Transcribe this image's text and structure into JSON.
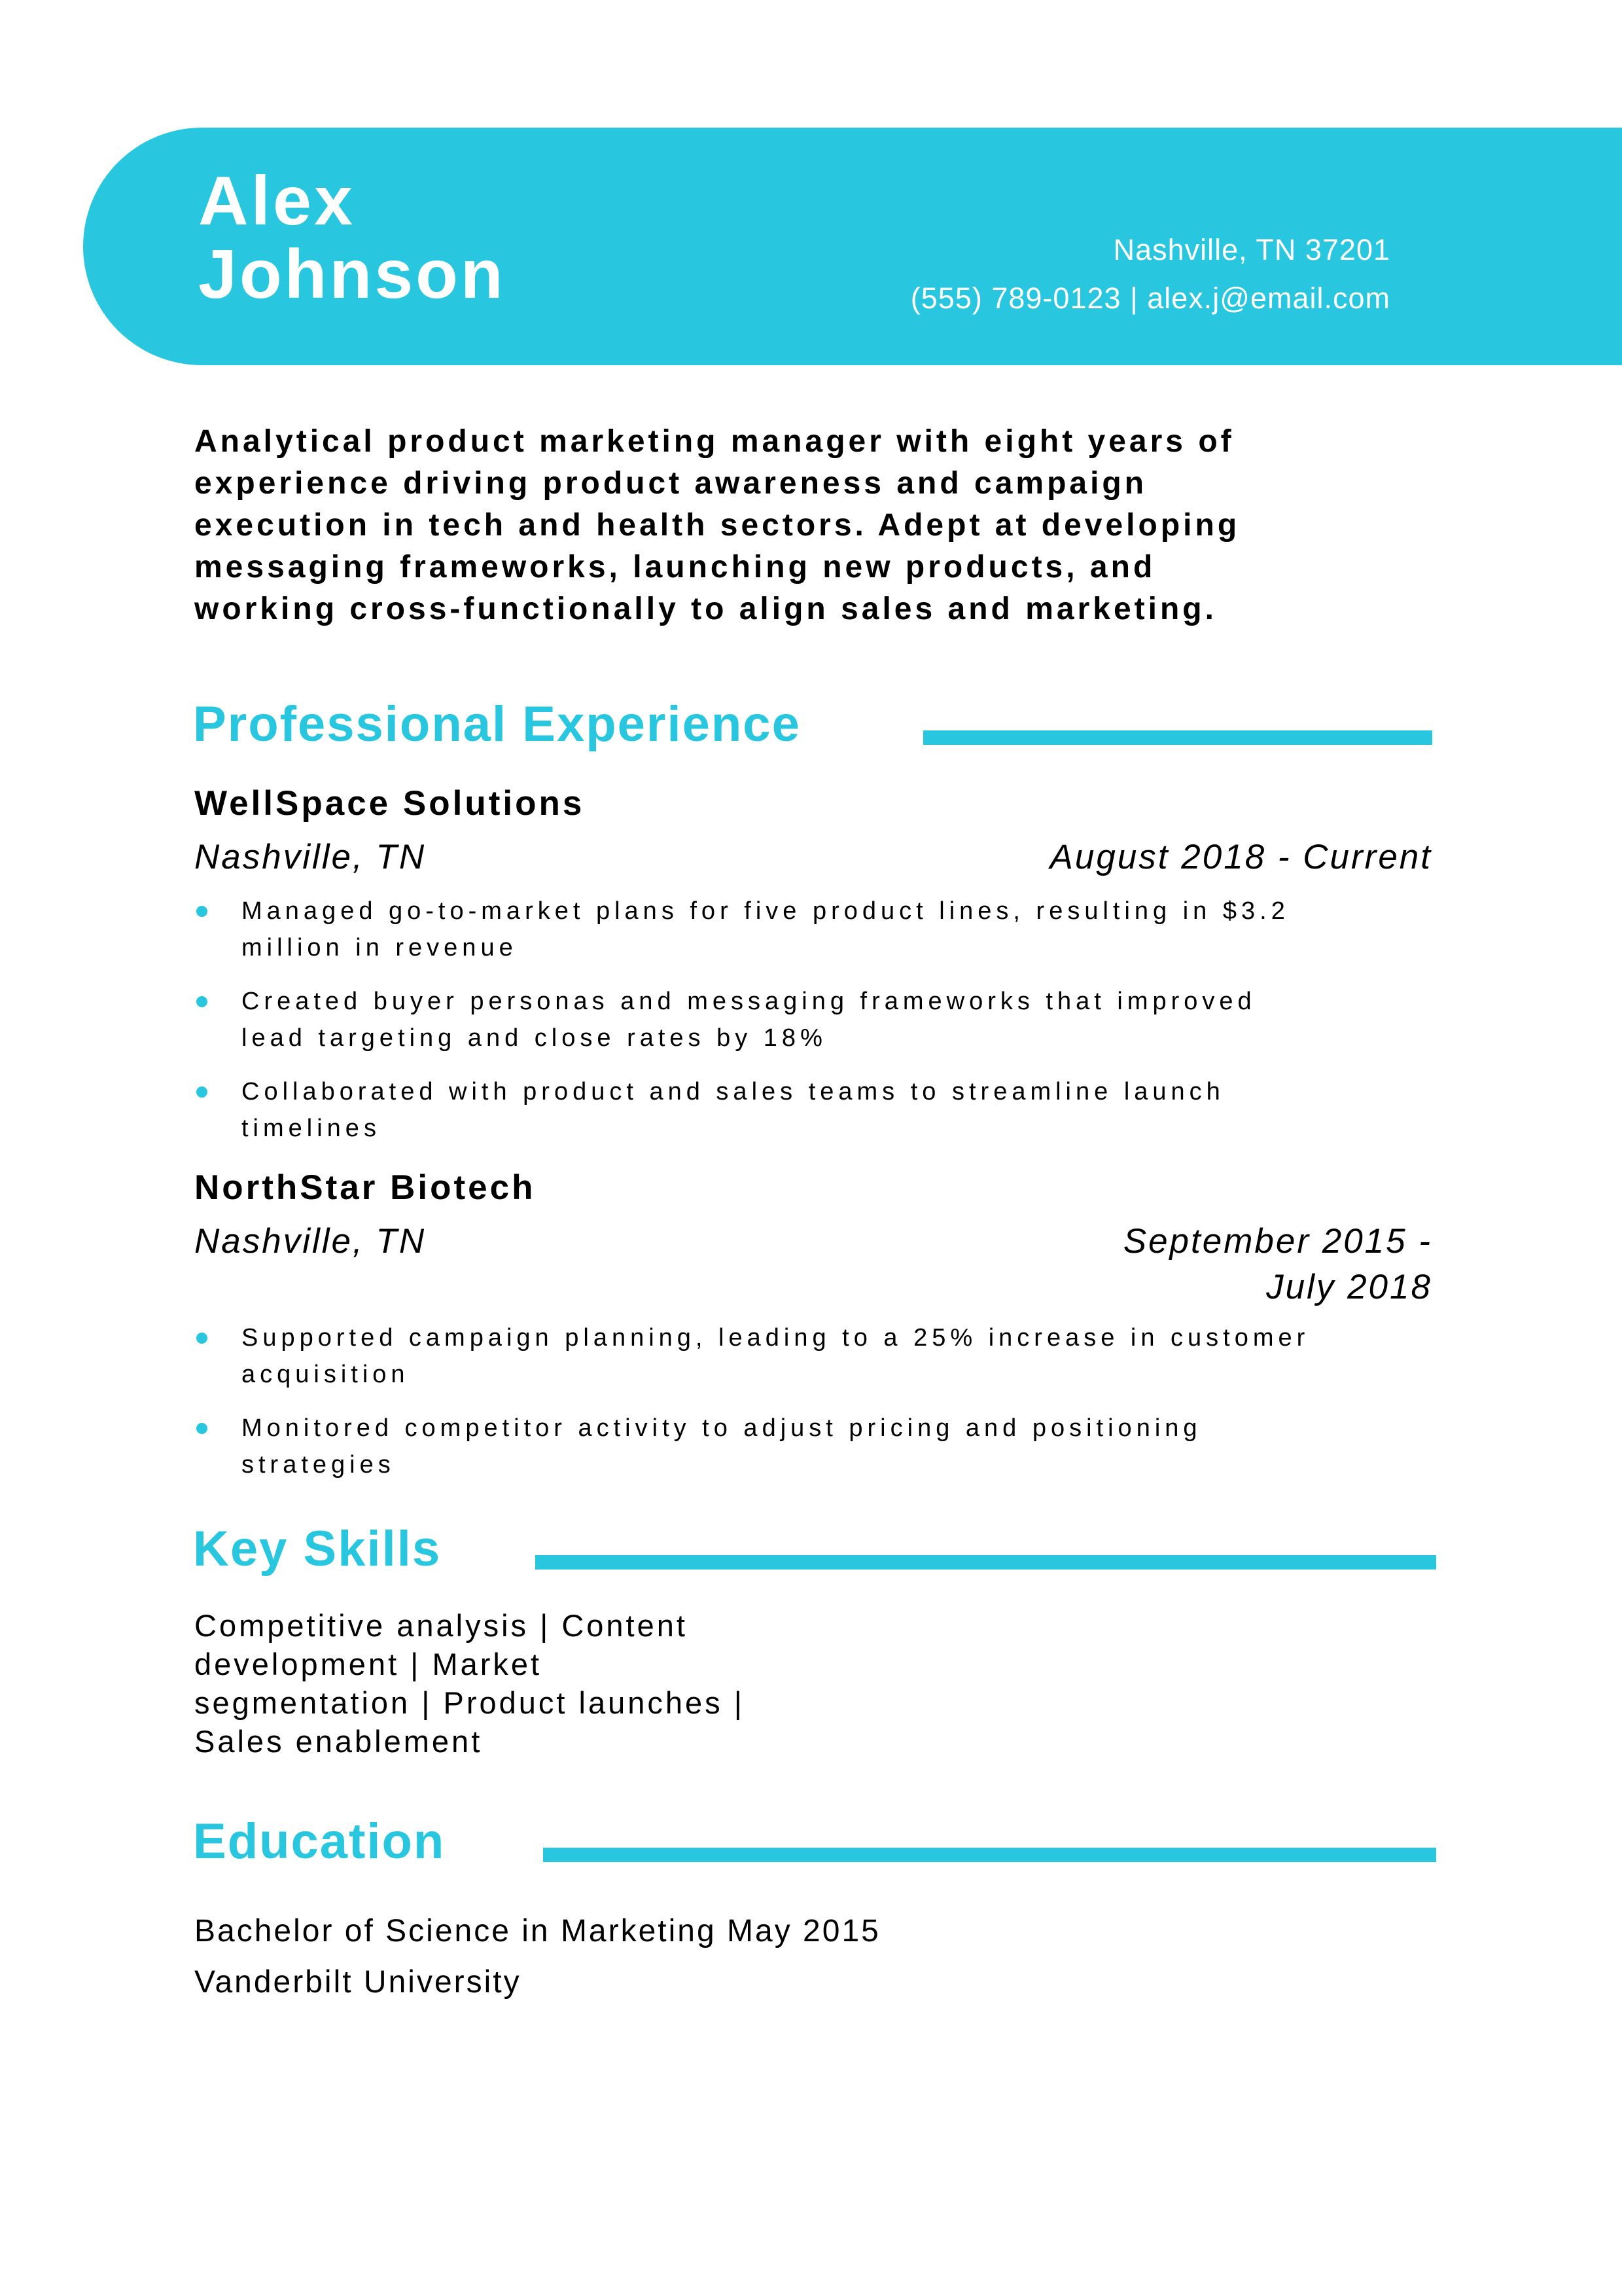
{
  "accent_color": "#29C7DF",
  "header": {
    "name_line1": "Alex",
    "name_line2": "Johnson",
    "contact_line1": "Nashville, TN 37201",
    "contact_line2": "(555) 789-0123 | alex.j@email.com"
  },
  "summary_lines": [
    "Analytical product marketing manager with eight years of",
    "experience driving product awareness and campaign",
    "execution in tech and health sectors. Adept at developing",
    "messaging frameworks, launching new products, and",
    "working cross-functionally to align sales and marketing."
  ],
  "experience": {
    "heading": "Professional Experience",
    "jobs": [
      {
        "company": "WellSpace Solutions",
        "location": "Nashville, TN",
        "dates": "August 2018 - Current",
        "bullets": [
          "Managed go-to-market plans for five product lines, resulting in $3.2 million in revenue",
          "Created buyer personas and messaging frameworks that improved lead targeting and close rates by 18%",
          "Collaborated with product and sales teams to streamline launch timelines"
        ]
      },
      {
        "company": "NorthStar Biotech",
        "location": "Nashville, TN",
        "dates": "September 2015 - July 2018",
        "bullets": [
          "Supported campaign planning, leading to a 25% increase in customer acquisition",
          "Monitored competitor activity to adjust pricing and positioning strategies"
        ]
      }
    ]
  },
  "skills": {
    "heading": "Key Skills",
    "lines": [
      "Competitive analysis | Content",
      "development | Market",
      "segmentation | Product launches |",
      "Sales enablement"
    ]
  },
  "education": {
    "heading": "Education",
    "degree": "Bachelor of Science in Marketing May 2015",
    "school": "Vanderbilt University"
  }
}
